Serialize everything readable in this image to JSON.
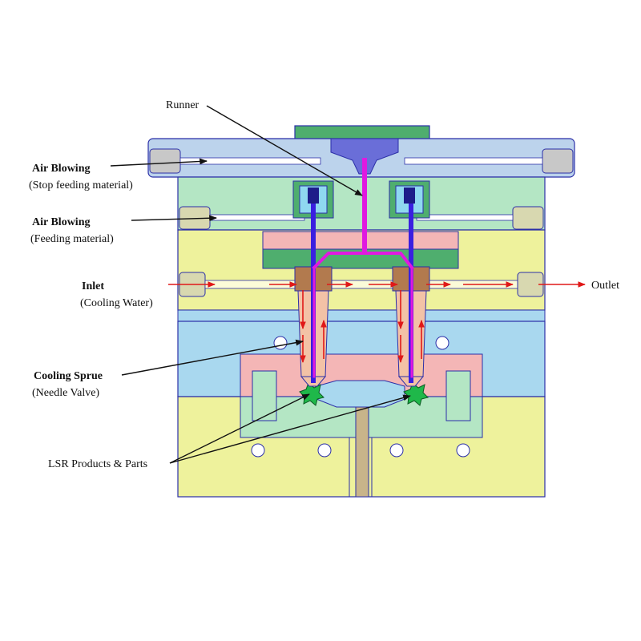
{
  "labels": {
    "runner": "Runner",
    "air_blowing_top": "Air Blowing",
    "stop_feeding": "(Stop feeding material)",
    "air_blowing_mid": "Air Blowing",
    "feeding": "(Feeding material)",
    "inlet": "Inlet",
    "cooling_water": "(Cooling Water)",
    "outlet": "Outlet",
    "cooling_sprue": "Cooling Sprue",
    "needle_valve": "(Needle Valve)",
    "lsr_products": "LSR Products & Parts"
  },
  "colors": {
    "outline": "#2b2fa8",
    "top_plate": "#bcd3ec",
    "green_plate": "#b4e6c4",
    "yellow_plate": "#eef29c",
    "blue_plate": "#a9d8ef",
    "pink_block": "#f4b6b6",
    "dark_green": "#4fae6e",
    "runner": "#e019e0",
    "needle": "#3a1fe0",
    "cooling_arrow": "#e01818",
    "sprue_bush": "#b27a4e",
    "core": "#c8b48a"
  }
}
